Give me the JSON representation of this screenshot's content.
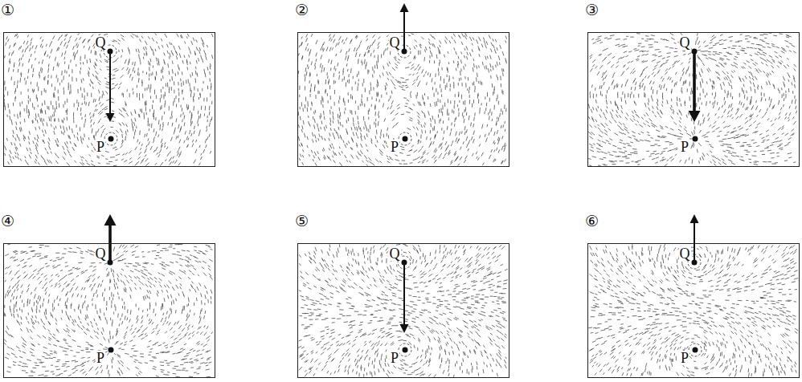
{
  "diagram": {
    "nodes": [
      {
        "text": [
          "①"
        ]
      },
      {
        "text": [
          "②"
        ]
      },
      {
        "text": [
          "③"
        ]
      },
      {
        "text": [
          "④"
        ]
      },
      {
        "text": [
          "⑤"
        ]
      },
      {
        "text": [
          "⑥"
        ]
      }
    ],
    "labels": [
      "Q",
      "P",
      "Q",
      "P",
      "Q",
      "P",
      "Q",
      "P",
      "Q",
      "P",
      "Q",
      "P"
    ]
  }
}
